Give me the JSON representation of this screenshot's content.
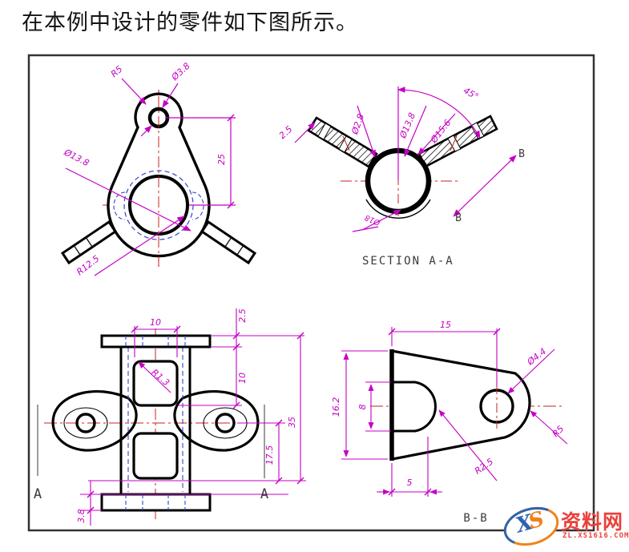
{
  "title": "在本例中设计的零件如下图所示。",
  "colors": {
    "dimension": "#c400c4",
    "centerline": "#cc2020",
    "hidden_line": "#3344cc",
    "geometry": "#000000",
    "border": "#333333",
    "annotation": "#3a3a3a",
    "watermark_red": "#e9423a",
    "watermark_blue": "#2f63ad",
    "watermark_orange": "#ef8318"
  },
  "views": {
    "front": {
      "dims": {
        "r5": "R5",
        "d3_8": "Ø3.8",
        "len25": "25",
        "d13_8": "Ø13.8",
        "r12_5": "R12.5"
      }
    },
    "aa": {
      "caption": "SECTION  A-A",
      "b_mark": "B",
      "dims": {
        "t2_5": "2.5",
        "d2_8": "Ø2.8",
        "d13_8": "Ø13.8",
        "d15_6": "Ø15.6",
        "ang": "45°",
        "d18": "Ø18"
      }
    },
    "bottom": {
      "a_mark": "A",
      "dims": {
        "w10": "10",
        "t2_5": "2.5",
        "h10": "10",
        "h35": "35",
        "h17_5": "17.5",
        "t3_8": "3.8",
        "r1_3": "R1.3"
      }
    },
    "bb": {
      "caption": "B-B",
      "dims": {
        "w15": "15",
        "h16_2": "16.2",
        "h8": "8",
        "d4_4": "Ø4.4",
        "r5": "R5",
        "r2_5": "R2.5",
        "w5": "5"
      }
    }
  },
  "watermark": {
    "logo_x": "X",
    "logo_s": "S",
    "site_name": "资料网",
    "site_url": "ZL.XS1616.COM"
  }
}
